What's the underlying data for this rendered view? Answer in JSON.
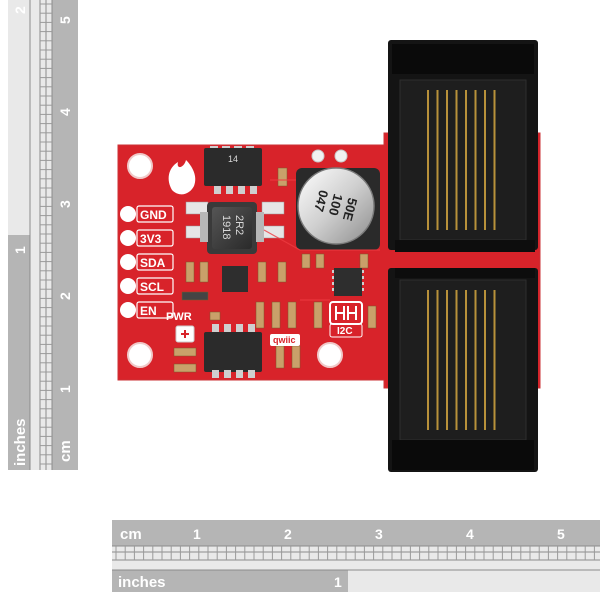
{
  "rulers": {
    "vertical": {
      "cm_unit": "cm",
      "cm_ticks": [
        "1",
        "2",
        "3",
        "4",
        "5"
      ],
      "inch_unit": "inches",
      "inch_ticks": [
        "1",
        "2"
      ]
    },
    "horizontal": {
      "cm_unit": "cm",
      "cm_ticks": [
        "1",
        "2",
        "3",
        "4",
        "5"
      ],
      "inch_unit": "inches",
      "inch_ticks": [
        "1"
      ]
    }
  },
  "board": {
    "pins": [
      "GND",
      "3V3",
      "SDA",
      "SCL",
      "EN"
    ],
    "pwr_label": "PWR",
    "qwiic_label": "qwiic",
    "i2c_label": "I2C",
    "inductor_marking": [
      "2R2",
      "1918"
    ],
    "capacitor_marking": [
      "50E",
      "100",
      "047"
    ],
    "ic_marking": "14",
    "colors": {
      "pcb": "#d8232a",
      "connector": "#141414",
      "gold": "#b8913a",
      "ruler": "#b5b5b5"
    }
  }
}
